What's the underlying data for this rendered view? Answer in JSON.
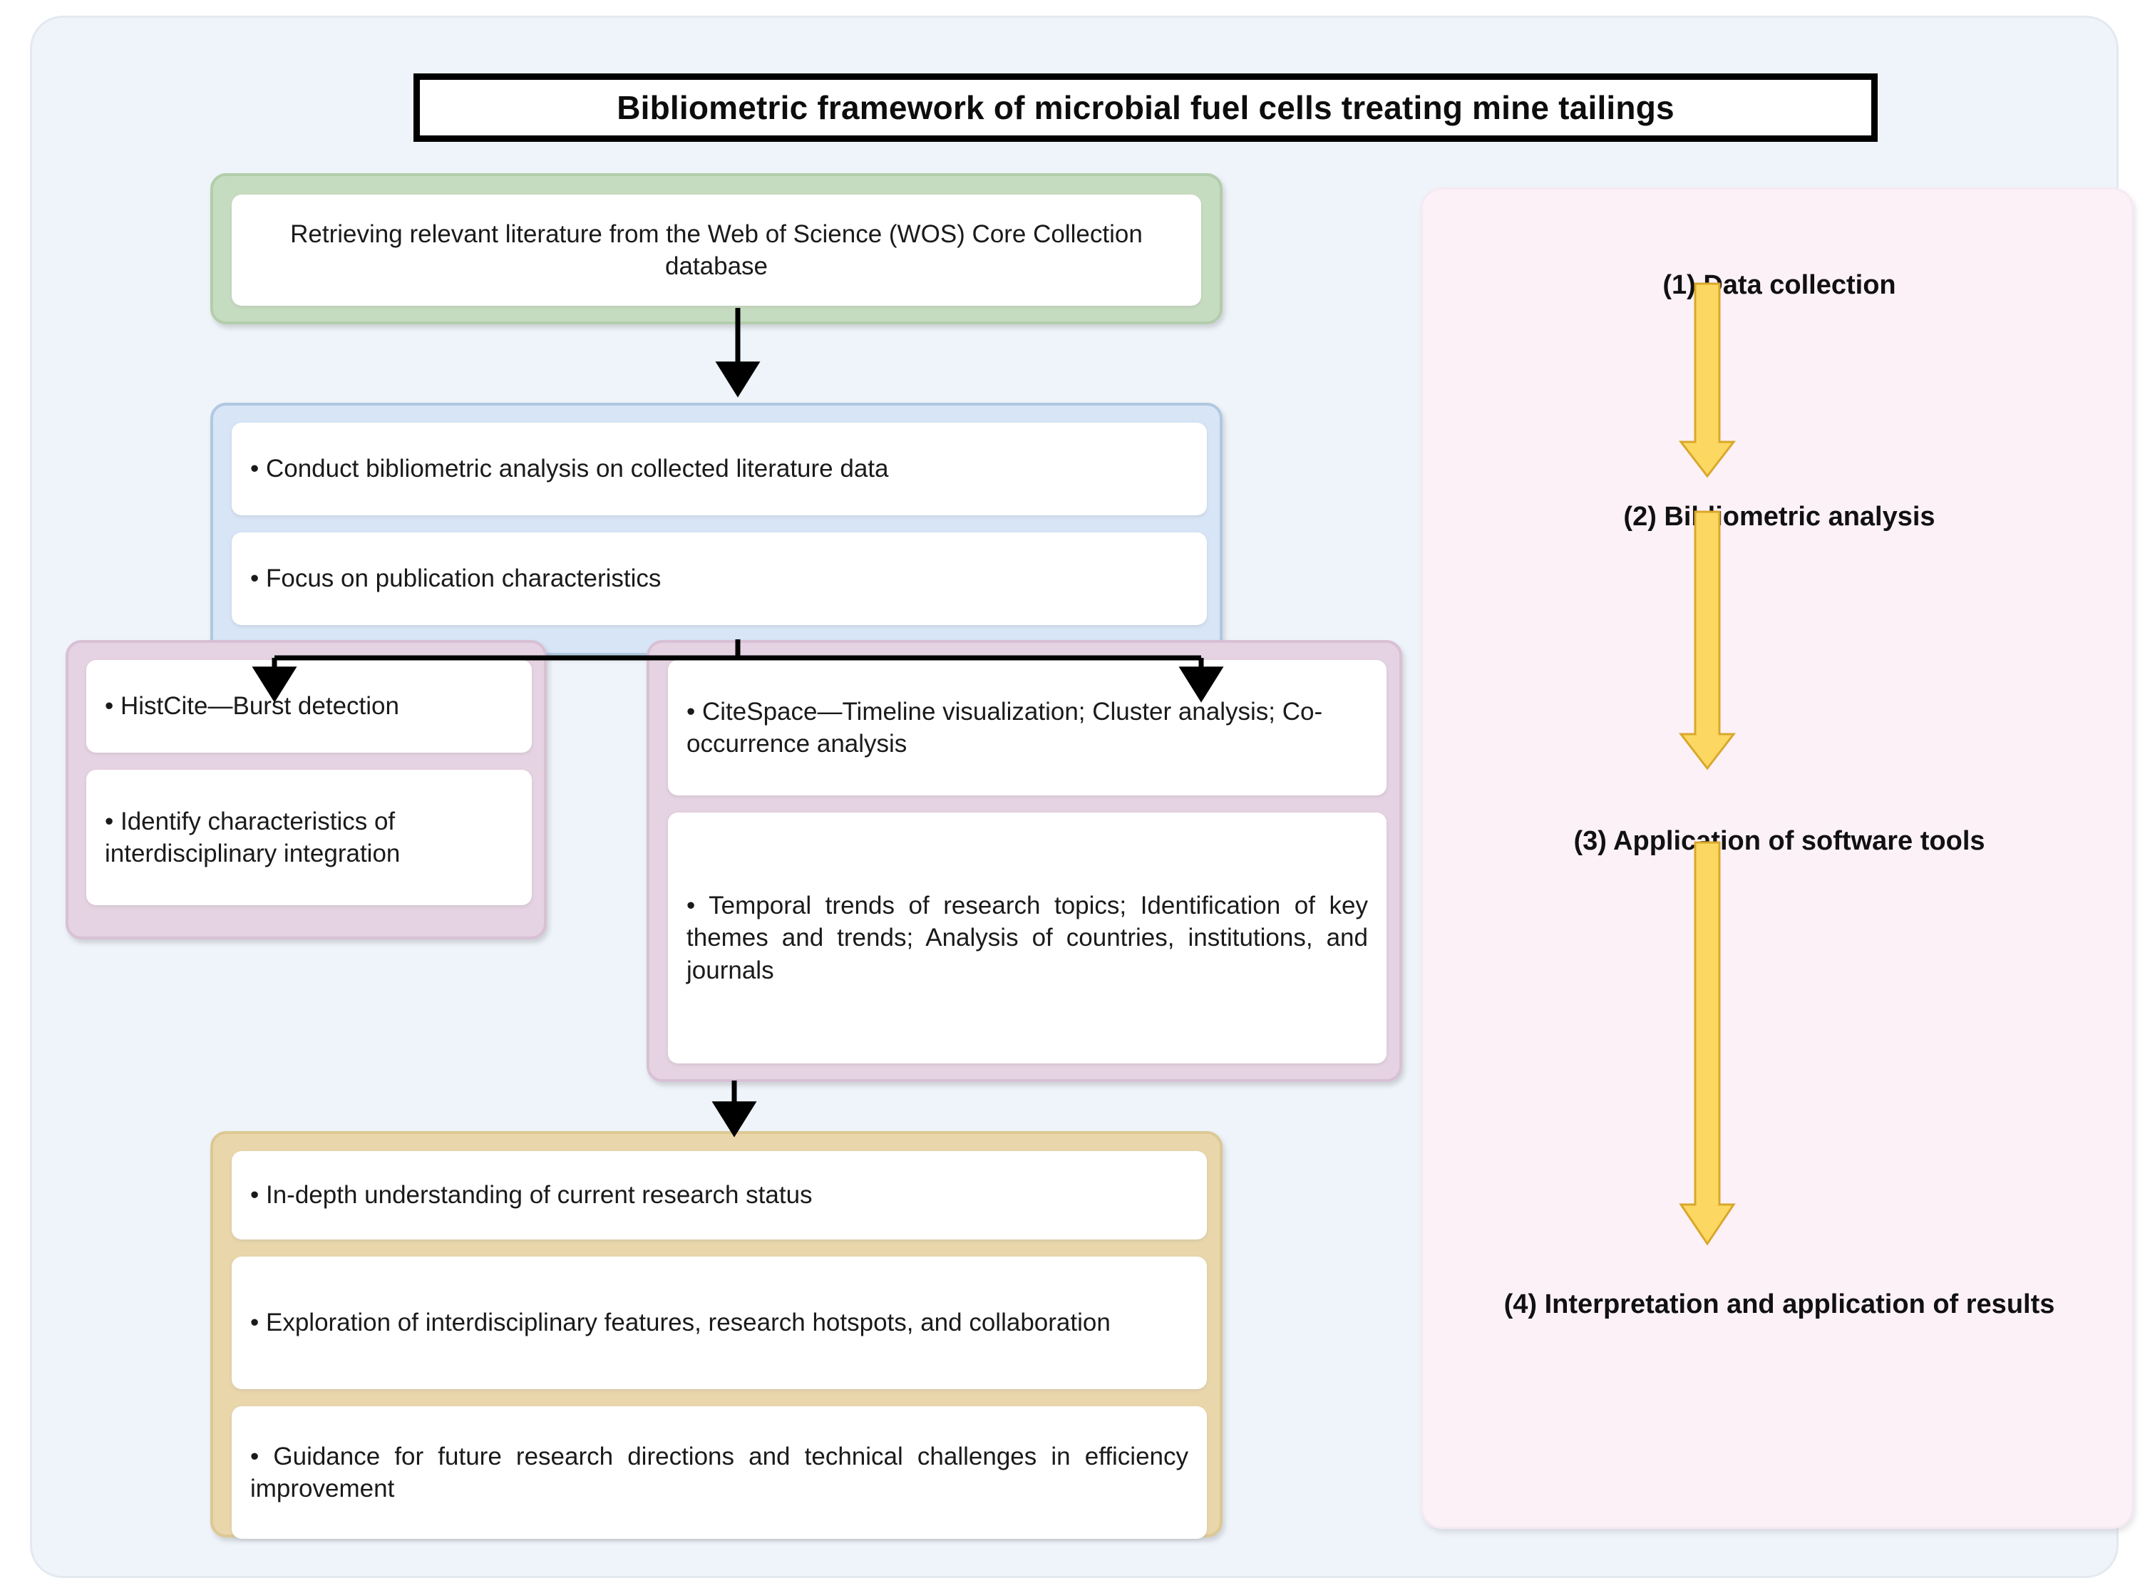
{
  "header": {
    "title": "Bibliometric framework of microbial fuel cells treating mine tailings"
  },
  "colors": {
    "canvas": "#eef4fa",
    "green_group": "#c6dcc0",
    "blue_group": "#d7e5f6",
    "purple_group": "#e5d2e2",
    "gold_group": "#e9d7ab",
    "pink_panel": "#fdf1f8",
    "arrow_black": "#000000",
    "arrow_yellow": "#fcd862",
    "arrow_yellow_border": "#d8a82b"
  },
  "left_flow": {
    "data_source_group": {
      "cards": [
        {
          "text": "Retrieving relevant literature from the Web of Science (WOS) Core Collection database"
        }
      ]
    },
    "analysis_group": {
      "cards": [
        {
          "text": "• Conduct bibliometric analysis on collected literature data"
        },
        {
          "text": "• Focus on publication characteristics"
        }
      ]
    },
    "histcite_group": {
      "cards": [
        {
          "text": "• HistCite—Burst detection"
        },
        {
          "text": "• Identify characteristics of interdisciplinary integration"
        }
      ]
    },
    "citespace_group": {
      "cards": [
        {
          "text": "• CiteSpace—Timeline visualization; Cluster analysis; Co-occurrence analysis"
        },
        {
          "text": "• Temporal trends of research topics; Identification of key themes and trends; Analysis of countries, institutions, and journals"
        }
      ]
    },
    "outcomes_group": {
      "cards": [
        {
          "text": "• In-depth understanding of current research status"
        },
        {
          "text": "• Exploration of interdisciplinary features, research hotspots, and collaboration"
        },
        {
          "text": "• Guidance for future research directions and technical challenges in efficiency improvement"
        }
      ]
    }
  },
  "right_panel": {
    "steps": [
      {
        "label": "(1) Data collection"
      },
      {
        "label": "(2) Bibliometric analysis"
      },
      {
        "label": "(3) Application of software tools"
      },
      {
        "label": "(4) Interpretation and application of results"
      }
    ]
  }
}
